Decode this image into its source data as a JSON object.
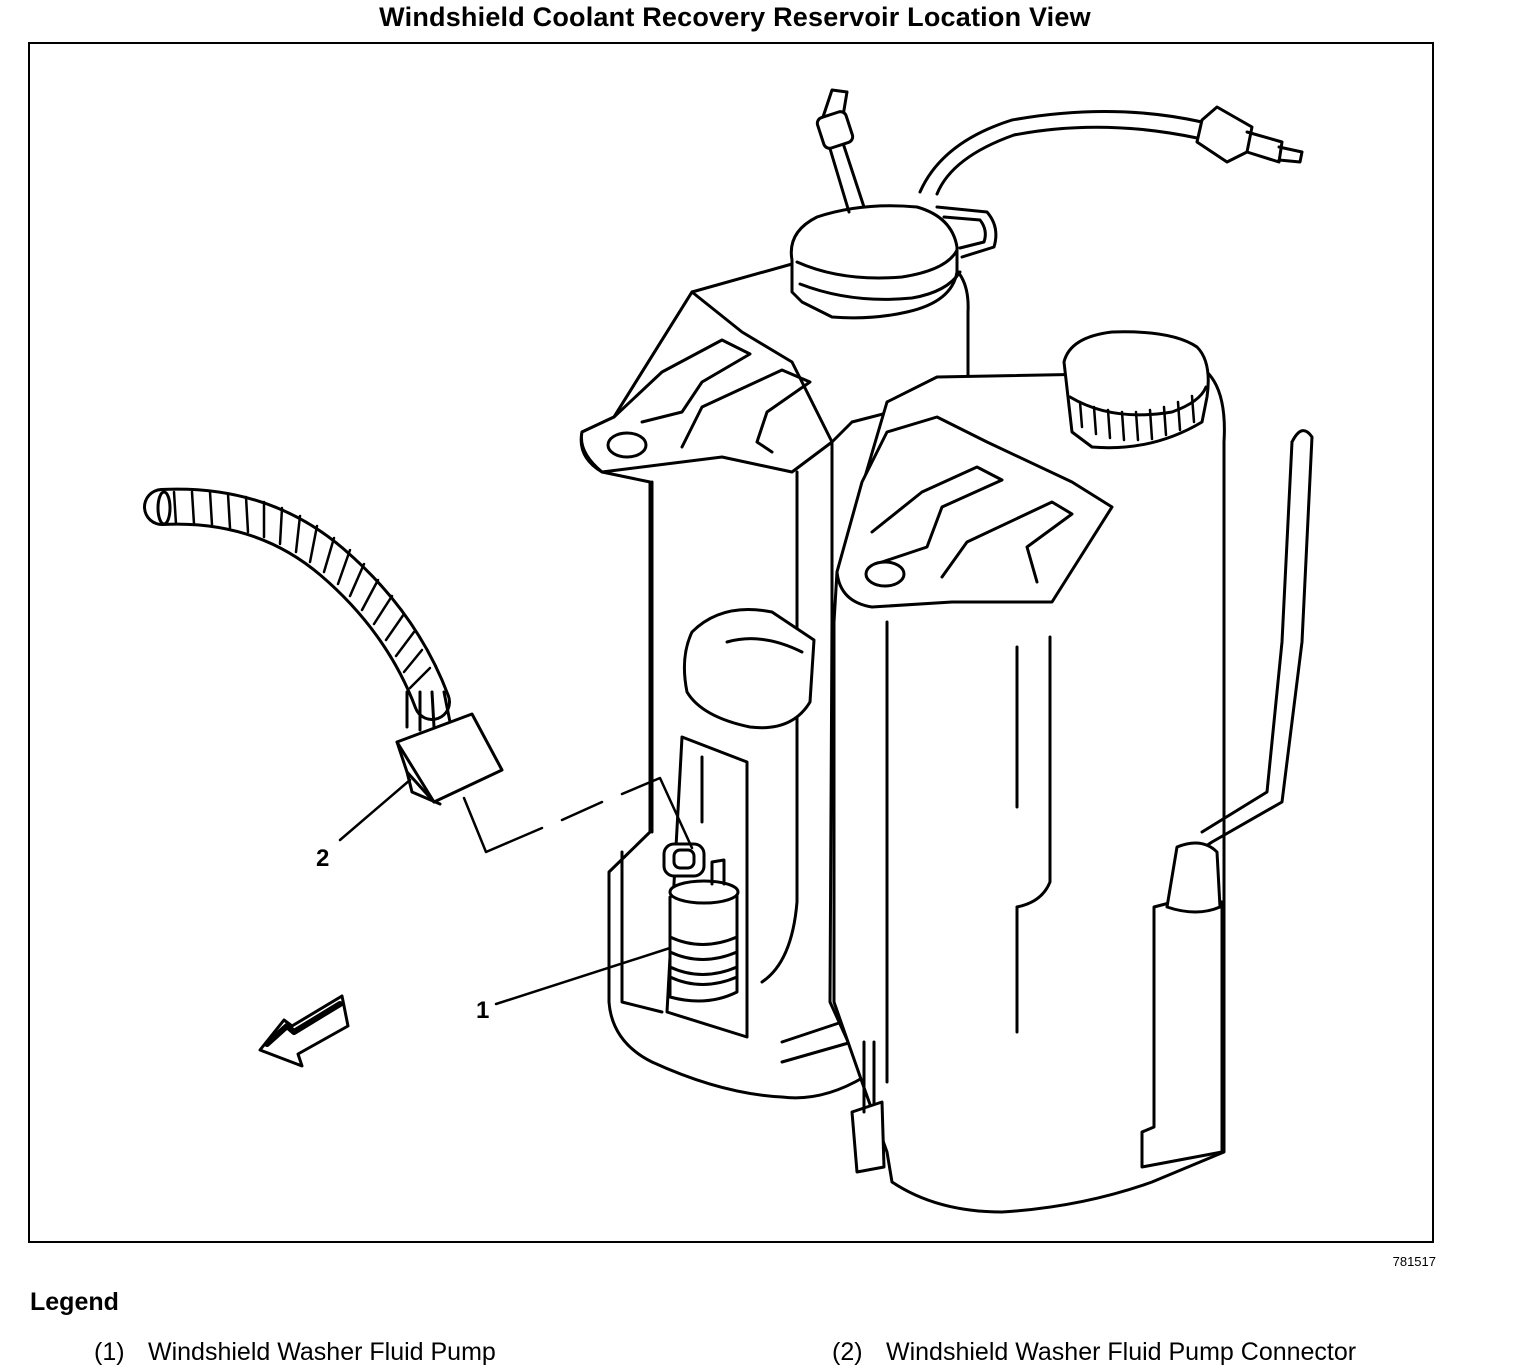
{
  "title": "Windshield Coolant Recovery Reservoir Location View",
  "figure_id": "781517",
  "callouts": {
    "one": "1",
    "two": "2"
  },
  "legend": {
    "heading": "Legend",
    "items": [
      {
        "number": "(1)",
        "label": "Windshield Washer Fluid Pump"
      },
      {
        "number": "(2)",
        "label": "Windshield Washer Fluid Pump Connector"
      }
    ]
  }
}
